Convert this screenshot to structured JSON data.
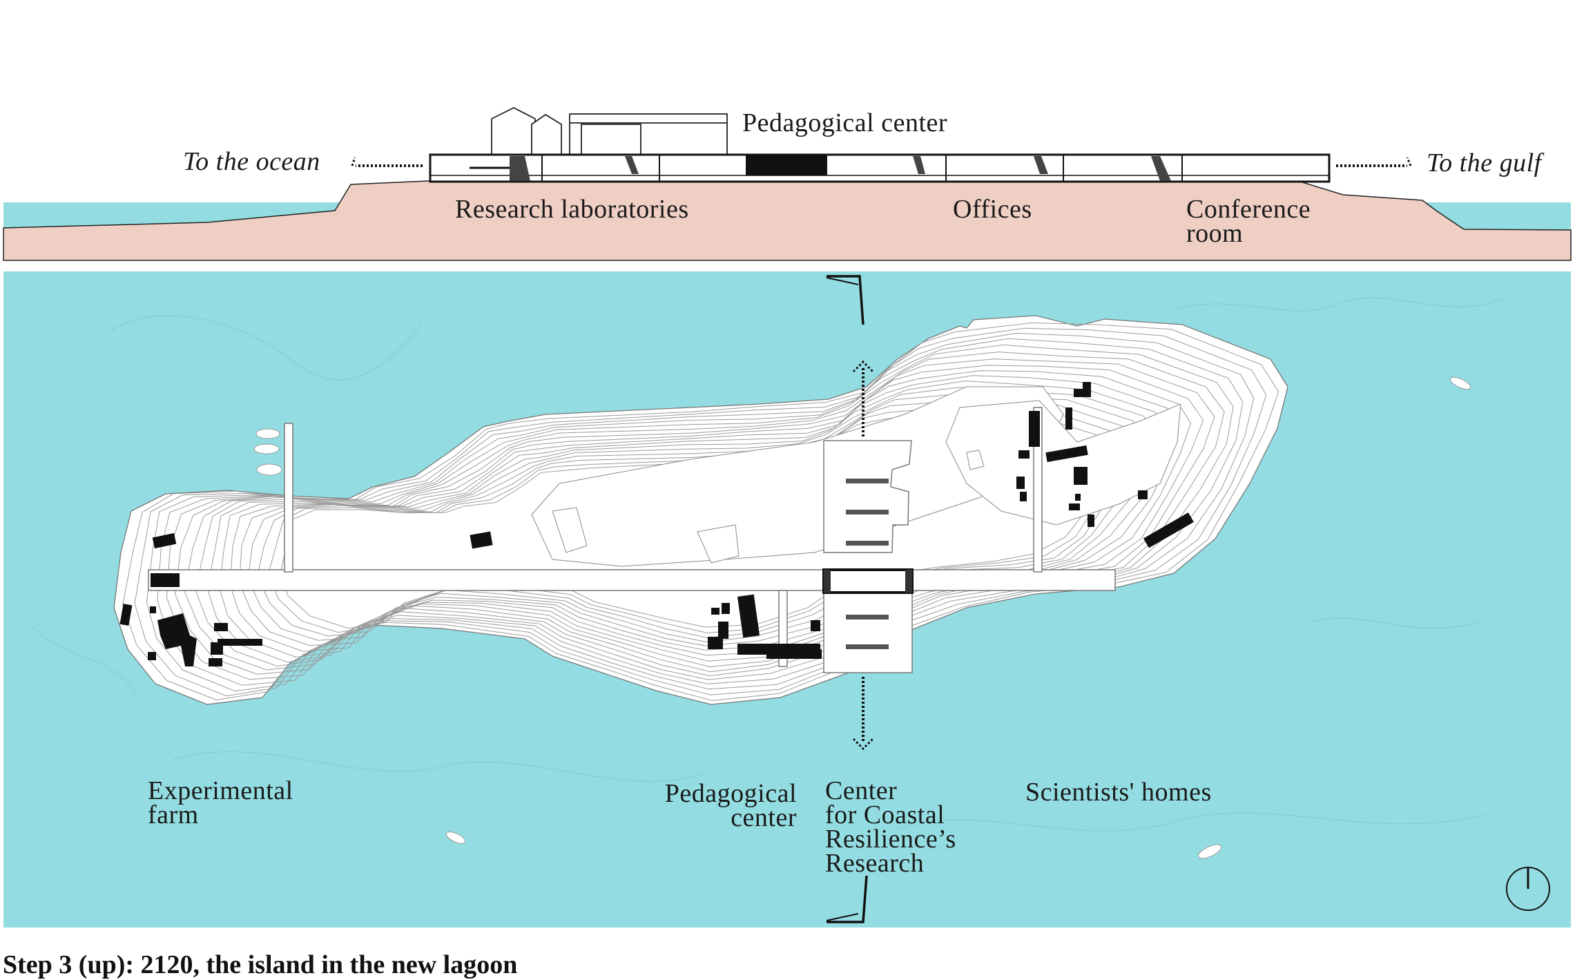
{
  "section": {
    "to_ocean": "To the ocean",
    "to_gulf": "To the gulf",
    "pedagogical_center": "Pedagogical center",
    "research_laboratories": "Research laboratories",
    "offices": "Offices",
    "conference_room": [
      "Conference",
      "room"
    ]
  },
  "plan": {
    "experimental_farm": [
      "Experimental",
      "farm"
    ],
    "pedagogical_center": [
      "Pedagogical",
      "center"
    ],
    "coastal_center": [
      "Center",
      "for Coastal",
      "Resilience’s",
      "Research"
    ],
    "scientists_homes": "Scientists' homes"
  },
  "caption": "Step 3 (up): 2120, the island in the new lagoon",
  "colors": {
    "water": "#93dde2",
    "ground_section": "#efcfc4",
    "island": "#ffffff",
    "contour": "#9a9a9a",
    "ink": "#111111"
  },
  "icons": [
    "north-arrow-icon",
    "section-marker-icon",
    "dotted-arrow-icon",
    "boat-icon"
  ]
}
